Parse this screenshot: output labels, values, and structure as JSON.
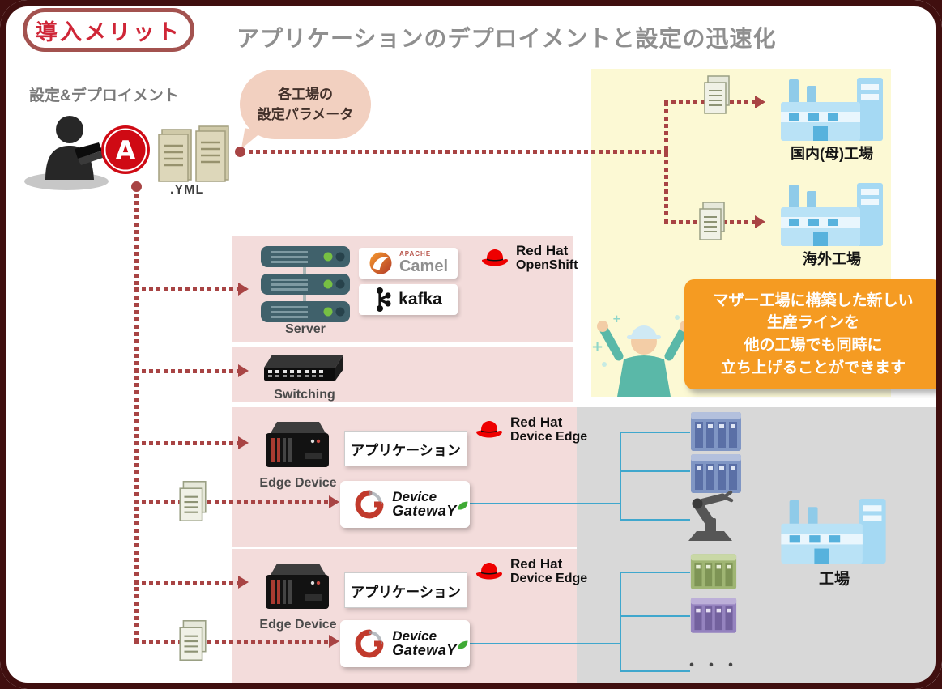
{
  "palette": {
    "frame_maroon": "#400f0f",
    "accent_red": "#cf2637",
    "arrow_red": "#a84444",
    "panel_pink": "#f3dcdb",
    "panel_yellow": "#fcf9d4",
    "panel_gray": "#d8d8d8",
    "callout_orange": "#f59b22",
    "network_line_blue": "#3fa7cd",
    "redhat_red": "#ee0000"
  },
  "header": {
    "badge": "導入メリット",
    "title": "アプリケーションのデプロイメントと設定の迅速化"
  },
  "source": {
    "label": "設定&デプロイメント",
    "yml_label": ".YML",
    "bubble": {
      "line1": "各工場の",
      "line2": "設定パラメータ"
    }
  },
  "factories_panel": {
    "domestic_label": "国内(母)工場",
    "overseas_label": "海外工場",
    "callout": {
      "line1": "マザー工場に構築した新しい",
      "line2": "生産ラインを",
      "line3": "他の工場でも同時に",
      "line4": "立ち上げることができます"
    }
  },
  "server_panel": {
    "server_label": "Server",
    "camel": {
      "vendor": "APACHE",
      "name": "Camel"
    },
    "kafka": {
      "name": "kafka"
    },
    "redhat": {
      "brand": "Red Hat",
      "product": "OpenShift"
    }
  },
  "switching_panel": {
    "label": "Switching"
  },
  "edge_panel_1": {
    "redhat": {
      "brand": "Red Hat",
      "product": "Device Edge"
    },
    "device_label": "Edge Device",
    "app_label": "アプリケーション",
    "gateway": {
      "line1": "Device",
      "line2": "GatewaY"
    }
  },
  "edge_panel_2": {
    "redhat": {
      "brand": "Red Hat",
      "product": "Device Edge"
    },
    "device_label": "Edge Device",
    "app_label": "アプリケーション",
    "gateway": {
      "line1": "Device",
      "line2": "GatewaY"
    }
  },
  "factory_floor": {
    "label": "工場",
    "ellipsis": "・・・"
  }
}
